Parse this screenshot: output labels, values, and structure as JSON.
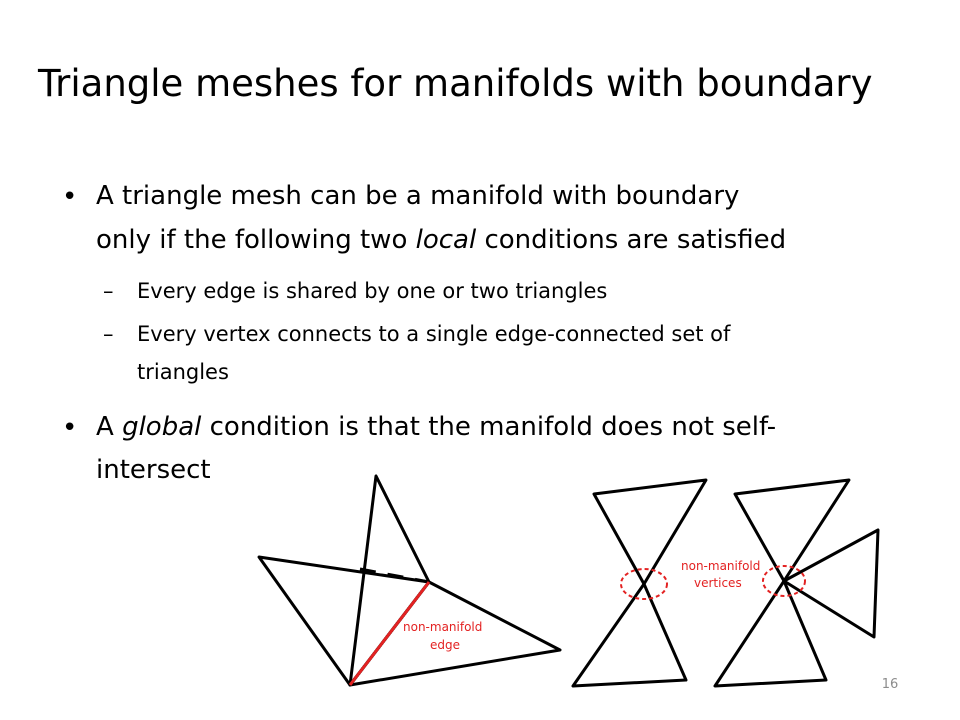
{
  "slide": {
    "title": "Triangle meshes for manifolds with boundary",
    "bullet1": {
      "marker": "•",
      "line1": "A triangle mesh can be a manifold with boundary",
      "line2_before": "only if the following two ",
      "line2_italic": "local",
      "line2_after": " conditions are satisfied"
    },
    "sub1": {
      "marker": "–",
      "text": "Every edge is shared by one or two triangles"
    },
    "sub2": {
      "marker": "–",
      "line1": "Every vertex connects to a single edge-connected set of",
      "line2": "triangles"
    },
    "bullet2": {
      "marker": "•",
      "line1_before": "A ",
      "line1_italic": "global",
      "line1_after": " condition is that the manifold does not self-",
      "line2": "intersect"
    },
    "figure": {
      "edge_label_line1": "non-manifold",
      "edge_label_line2": "edge",
      "vertex_label_line1": "non-manifold",
      "vertex_label_line2": "vertices",
      "highlight_color": "#e32222"
    },
    "page_number": "16"
  }
}
